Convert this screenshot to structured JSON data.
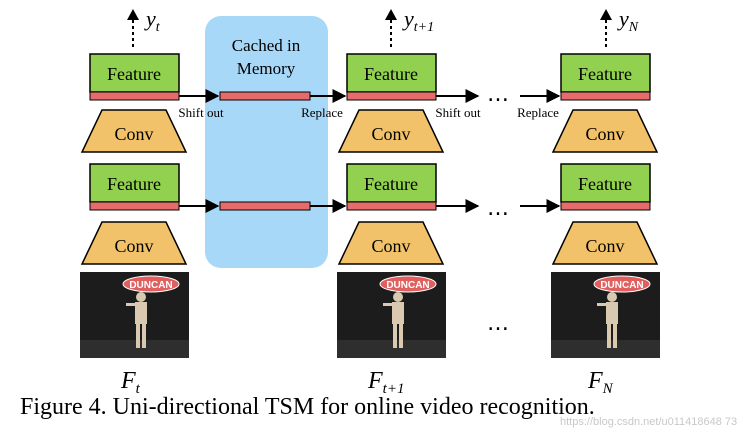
{
  "diagram": {
    "outputs": [
      {
        "base": "y",
        "sub": "t"
      },
      {
        "base": "y",
        "sub": "t+1"
      },
      {
        "base": "y",
        "sub": "N"
      }
    ],
    "frames": [
      {
        "base": "F",
        "sub": "t"
      },
      {
        "base": "F",
        "sub": "t+1"
      },
      {
        "base": "F",
        "sub": "N"
      }
    ],
    "feature_label": "Feature",
    "conv_label": "Conv",
    "cache_label_line1": "Cached in",
    "cache_label_line2": "Memory",
    "shift_out_label": "Shift out",
    "replace_label": "Replace",
    "ellipsis": "…",
    "banner_text": "DUNCAN",
    "colors": {
      "feature_fill": "#92d050",
      "conv_fill": "#f2c26b",
      "shift_bar_fill": "#e86b6b",
      "cache_fill": "#a8d8f8",
      "frame_bg": "#1c1c1c"
    }
  },
  "caption": "Figure 4. Uni-directional TSM for online video recognition.",
  "watermark": "https://blog.csdn.net/u011418648 73"
}
